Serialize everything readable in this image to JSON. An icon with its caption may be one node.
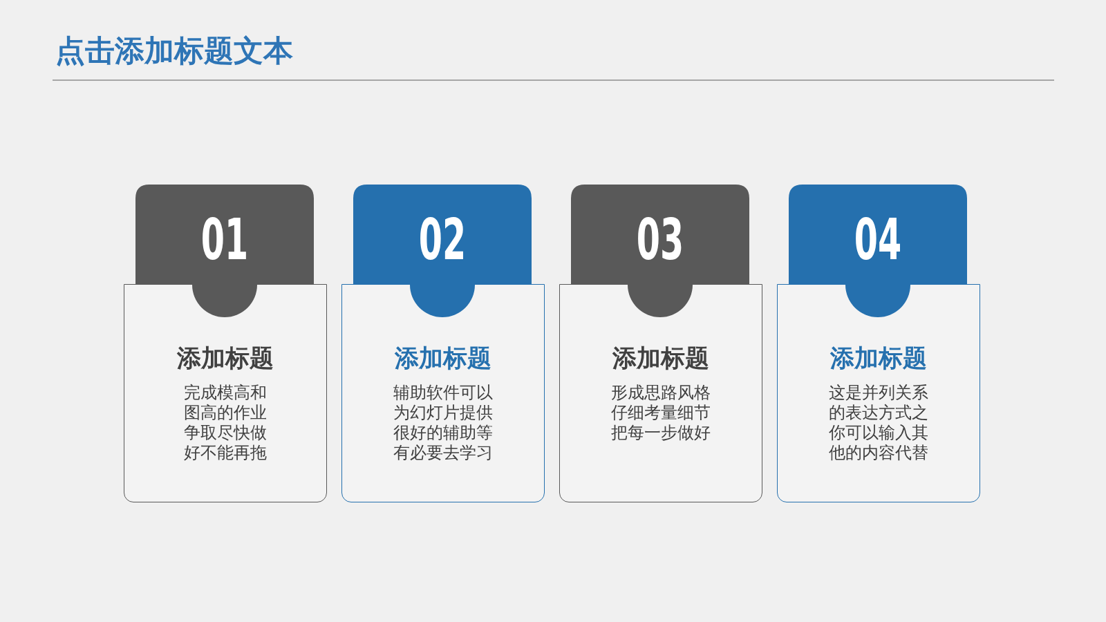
{
  "diagram": {
    "title": "点击添加标题文本",
    "nodes": [
      {
        "text": [
          "01"
        ]
      },
      {
        "text": [
          "添加标题",
          "完成模高和图高的作业争取尽快做好不能再拖"
        ]
      },
      {
        "text": [
          "02"
        ]
      },
      {
        "text": [
          "添加标题",
          "辅助软件可以为幻灯片提供很好的辅助等有必要去学习"
        ]
      },
      {
        "text": [
          "03"
        ]
      },
      {
        "text": [
          "添加标题",
          "形成思路风格仔细考量细节把每一步做好"
        ]
      },
      {
        "text": [
          "04"
        ]
      },
      {
        "text": [
          "添加标题",
          "这是并列关系的表达方式之你可以输入其他的内容代替"
        ]
      }
    ]
  }
}
